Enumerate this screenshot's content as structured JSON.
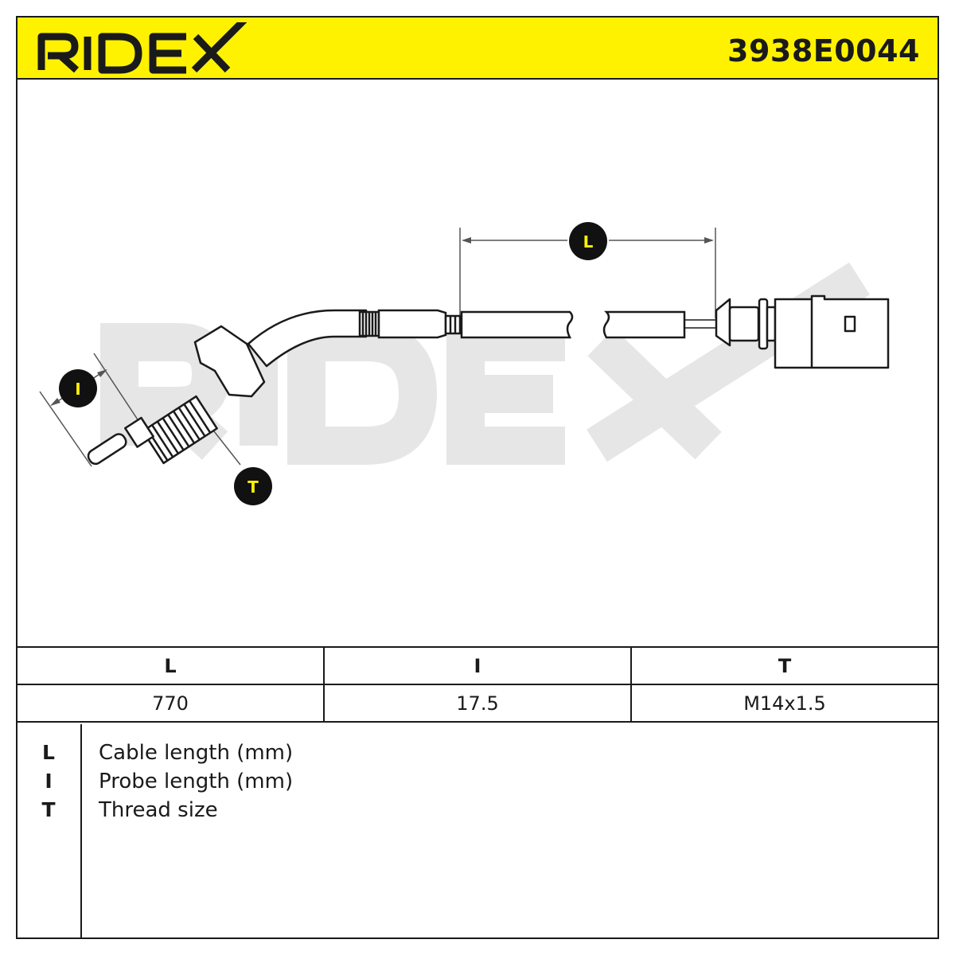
{
  "header": {
    "brand": "RIDEX",
    "part_number": "3938E0044",
    "accent_color": "#fff200"
  },
  "diagram": {
    "callouts": {
      "L": "L",
      "I": "I",
      "T": "T"
    },
    "watermark": "RIDEX"
  },
  "specs": {
    "headers": [
      "L",
      "I",
      "T"
    ],
    "values": [
      "770",
      "17.5",
      "M14x1.5"
    ]
  },
  "legend": [
    {
      "key": "L",
      "desc": "Cable length (mm)"
    },
    {
      "key": "I",
      "desc": "Probe length (mm)"
    },
    {
      "key": "T",
      "desc": "Thread size"
    }
  ]
}
